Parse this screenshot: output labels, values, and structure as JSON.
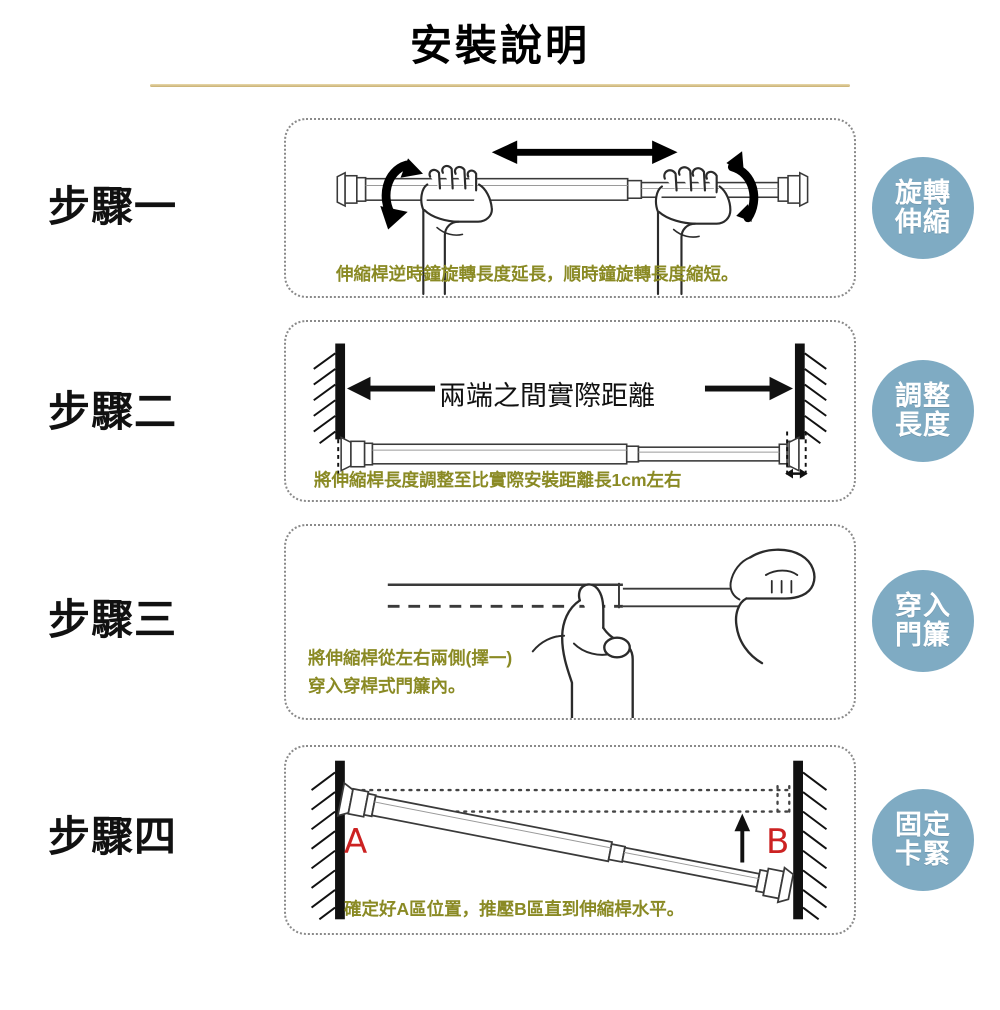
{
  "page": {
    "title": "安裝說明",
    "caption_color": "#8a8a24",
    "badge_color": "#7fabc3",
    "rule_color": "#c9b072",
    "marker_color": "#cc2222"
  },
  "steps": [
    {
      "label": "步驟一",
      "caption_lines": [
        "伸縮桿逆時鐘旋轉長度延長，順時鐘旋轉長度縮短。"
      ],
      "badge_lines": [
        "旋轉",
        "伸縮"
      ],
      "diagram": "telescoping-rod-two-hands-rotating",
      "annotations": []
    },
    {
      "label": "步驟二",
      "caption_lines": [
        "將伸縮桿長度調整至比實際安裝距離長1cm左右"
      ],
      "badge_lines": [
        "調整",
        "長度"
      ],
      "diagram": "rod-between-two-walls-with-distance-arrow",
      "annotations": [
        "兩端之間實際距離"
      ]
    },
    {
      "label": "步驟三",
      "caption_lines": [
        "將伸縮桿從左右兩側(擇一)",
        "穿入穿桿式門簾內。"
      ],
      "badge_lines": [
        "穿入",
        "門簾"
      ],
      "diagram": "rod-threaded-through-curtain-two-hands",
      "annotations": []
    },
    {
      "label": "步驟四",
      "caption_lines": [
        "確定好A區位置，推壓B區直到伸縮桿水平。"
      ],
      "badge_lines": [
        "固定",
        "卡緊"
      ],
      "diagram": "tilted-rod-between-walls-push-up",
      "annotations": [
        "A",
        "B"
      ]
    }
  ]
}
